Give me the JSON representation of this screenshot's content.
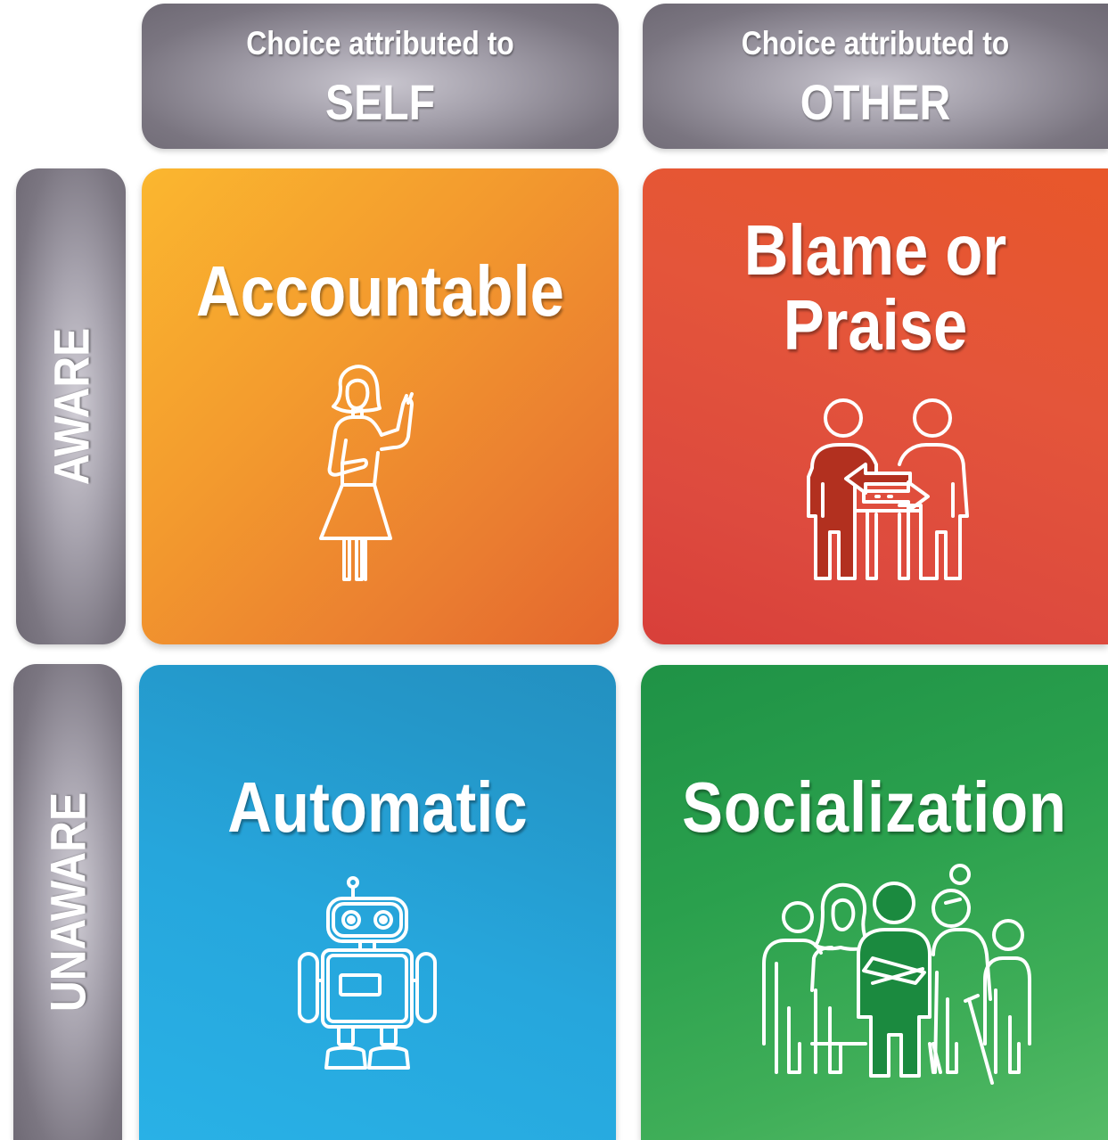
{
  "columns": {
    "self": {
      "line1": "Choice attributed to",
      "line2": "SELF"
    },
    "other": {
      "line1": "Choice attributed to",
      "line2": "OTHER"
    }
  },
  "rows": {
    "aware": "AWARE",
    "unaware": "UNAWARE"
  },
  "quadrants": {
    "accountable": {
      "title": "Accountable",
      "icon": "woman-raising-hand-icon",
      "color": "#f39a2e"
    },
    "blame": {
      "title_line1": "Blame or",
      "title_line2": "Praise",
      "icon": "two-people-arrows-icon",
      "color": "#e4553a"
    },
    "automatic": {
      "title": "Automatic",
      "icon": "robot-icon",
      "color": "#26a6dc"
    },
    "socialization": {
      "title": "Socialization",
      "icon": "group-of-people-icon",
      "color": "#2aa04d"
    }
  }
}
